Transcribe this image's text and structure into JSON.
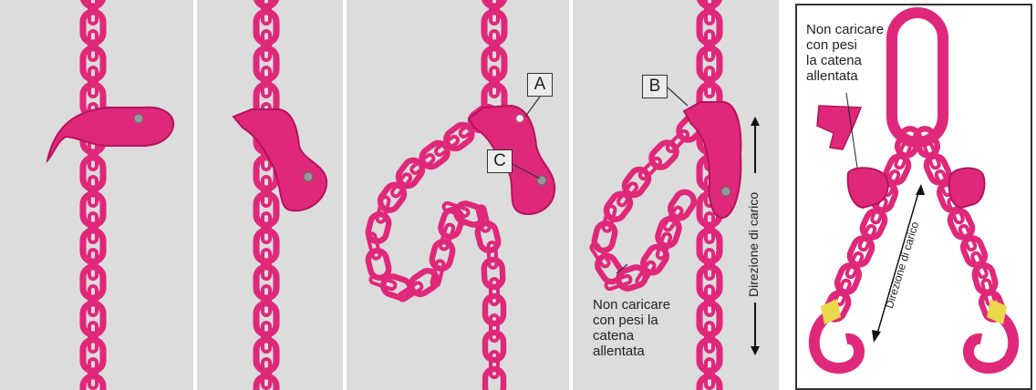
{
  "callouts": {
    "a": "A",
    "b": "B",
    "c": "C"
  },
  "notes": {
    "slack_chain_warning": "Non caricare\ncon pesi la\ncatena\nallentata",
    "slack_chain_warning_right": "Non caricare\ncon pesi\nla catena\nallentata"
  },
  "labels": {
    "load_direction": "Direzione di carico",
    "load_direction_right": "Direzione di carico"
  },
  "colors": {
    "chain": "#e0287a",
    "chain_dark": "#b5135c",
    "panel_bg": "#dcdcdc",
    "hook_latch": "#e8d84a"
  }
}
